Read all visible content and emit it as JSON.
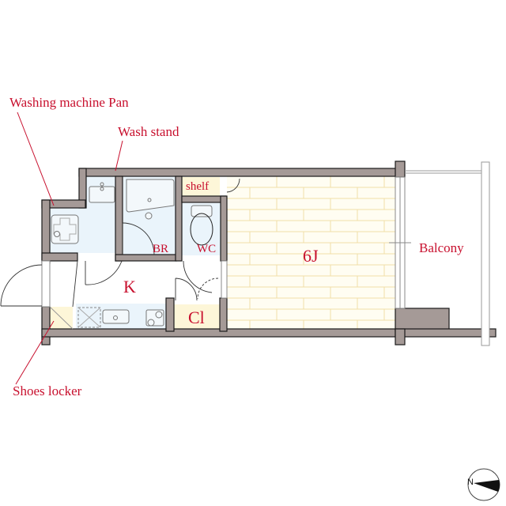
{
  "colors": {
    "wall": "#a59a97",
    "wall_stroke": "#1a1a1a",
    "wet_area": "#eaf4fb",
    "storage": "#fdf6d8",
    "floor_plank": "#fffdf2",
    "plank_line": "#f0dfa8",
    "label": "#c8102e"
  },
  "callouts": {
    "washing_machine_pan": "Washing machine Pan",
    "wash_stand": "Wash stand",
    "shoes_locker": "Shoes locker"
  },
  "rooms": {
    "shelf": "shelf",
    "bathroom": "BR",
    "toilet": "WC",
    "kitchen": "K",
    "closet": "Cl",
    "living": "6J",
    "balcony": "Balcony"
  },
  "compass": {
    "north_label": "N"
  }
}
